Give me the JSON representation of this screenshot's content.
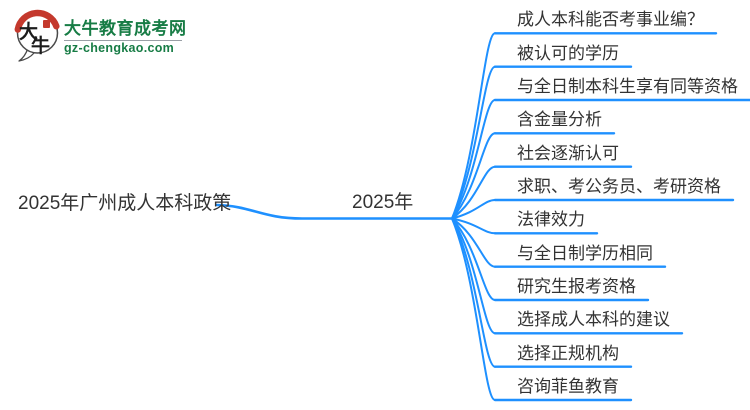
{
  "colors": {
    "accent": "#1E90FF",
    "brand": "#177C45",
    "seal": "#C4392D",
    "ink": "#333333",
    "divider": "#9aa0a6",
    "outline": "#4a4a4a"
  },
  "logo": {
    "title": "大牛教育成考网",
    "domain": "gz-chengkao.com",
    "icon": "daniu-speech-bubble",
    "glyph_top": "大",
    "glyph_bottom": "牛"
  },
  "mindmap": {
    "root": {
      "label": "2025年广州成人本科政策"
    },
    "center": {
      "label": "2025年"
    },
    "branches": [
      "成人本科能否考事业编？",
      "被认可的学历",
      "与全日制本科生享有同等资格",
      "含金量分析",
      "社会逐渐认可",
      "求职、考公务员、考研资格",
      "法律效力",
      "与全日制学历相同",
      "研究生报考资格",
      "选择成人本科的建议",
      "选择正规机构",
      "咨询菲鱼教育"
    ]
  }
}
